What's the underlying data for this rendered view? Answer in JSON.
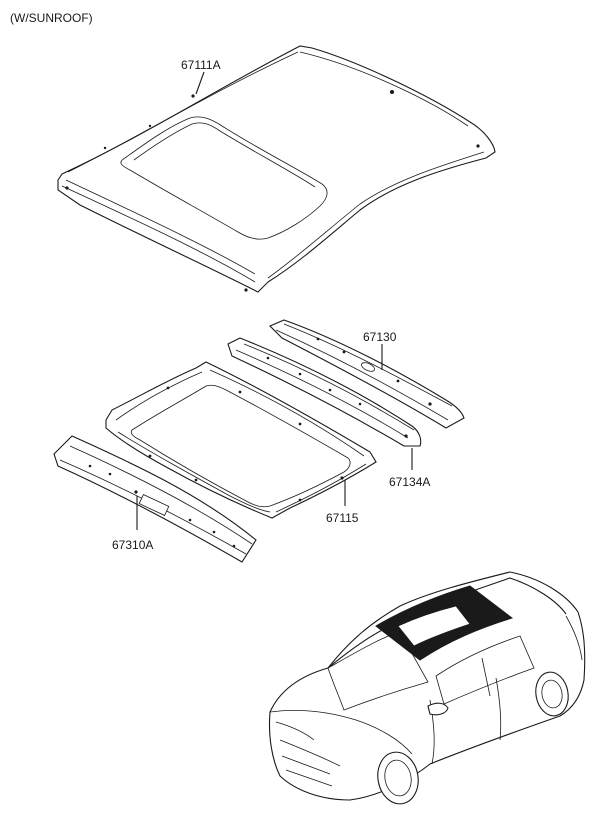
{
  "header": {
    "note": "(W/SUNROOF)"
  },
  "parts": [
    {
      "id": "roof-panel",
      "number": "67111A"
    },
    {
      "id": "rear-rail",
      "number": "67130"
    },
    {
      "id": "rear-rail-inner",
      "number": "67134A"
    },
    {
      "id": "sunroof-frame",
      "number": "67115"
    },
    {
      "id": "front-rail",
      "number": "67310A"
    }
  ],
  "colors": {
    "line": "#1a1a1a",
    "background": "#ffffff"
  }
}
